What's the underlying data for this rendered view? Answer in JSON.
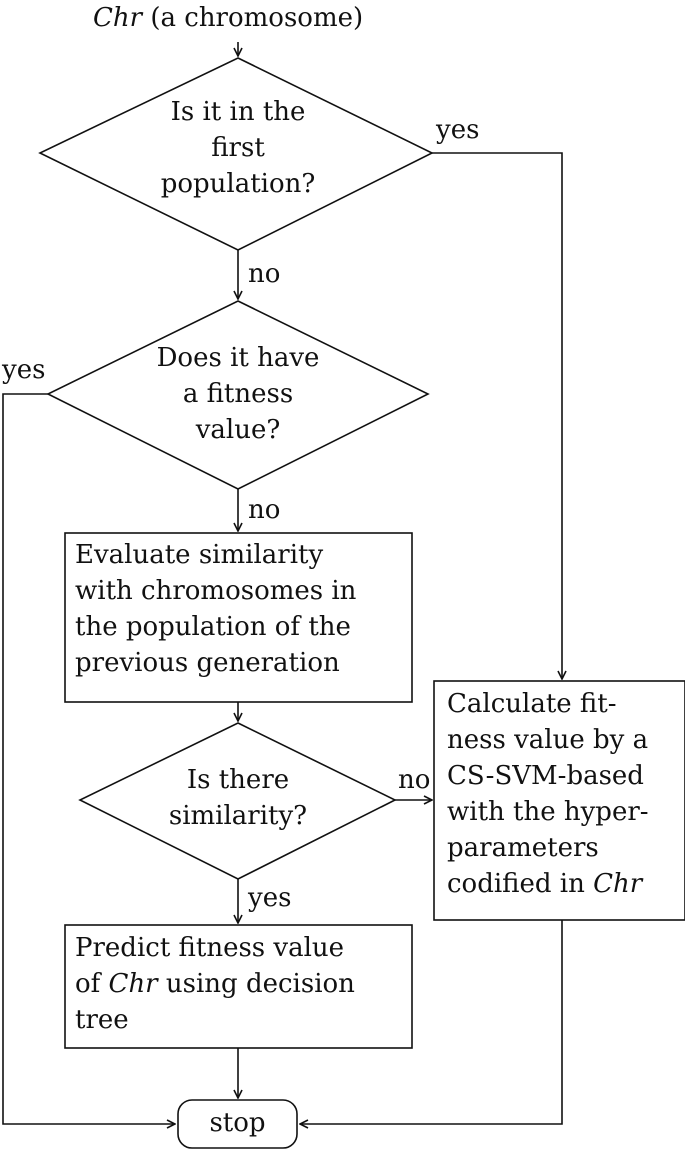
{
  "start": {
    "chr": "Chr",
    "rest": " (a chromosome)"
  },
  "nodes": {
    "first_population": {
      "lines": [
        "Is it in the",
        "first",
        "population?"
      ]
    },
    "has_fitness": {
      "lines": [
        "Does it have",
        "a fitness",
        "value?"
      ]
    },
    "evaluate_similarity": {
      "lines": [
        "Evaluate similarity",
        "with chromosomes in",
        "the population of the",
        "previous generation"
      ]
    },
    "is_similarity": {
      "lines": [
        "Is there",
        "similarity?"
      ]
    },
    "predict": {
      "line1": "Predict fitness value",
      "line2_chr": "Chr",
      "line2_rest": " using decision",
      "line3": "tree"
    },
    "calculate": {
      "lines": [
        "Calculate fit-",
        "ness value by a",
        "CS-SVM-based",
        "with the hyper-",
        "parameters"
      ],
      "last_prefix": "codified in ",
      "last_chr": "Chr"
    },
    "stop": {
      "label": "stop"
    }
  },
  "edge_labels": {
    "first_yes": "yes",
    "first_no": "no",
    "fitness_yes": "yes",
    "fitness_no": "no",
    "similarity_no": "no",
    "similarity_yes": "yes"
  }
}
